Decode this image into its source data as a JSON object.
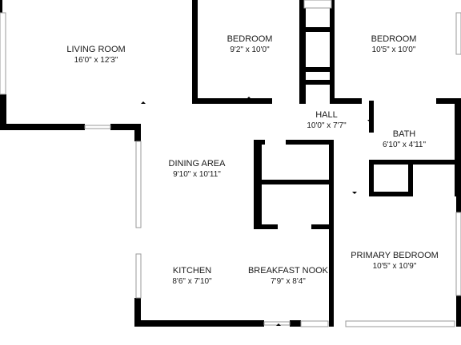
{
  "plan": {
    "rooms": [
      {
        "key": "living_room",
        "name": "LIVING ROOM",
        "dims": "16'0\" x 12'3\""
      },
      {
        "key": "bedroom_1",
        "name": "BEDROOM",
        "dims": "9'2\" x 10'0\""
      },
      {
        "key": "bedroom_2",
        "name": "BEDROOM",
        "dims": "10'5\" x 10'0\""
      },
      {
        "key": "hall",
        "name": "HALL",
        "dims": "10'0\" x 7'7\""
      },
      {
        "key": "bath",
        "name": "BATH",
        "dims": "6'10\" x 4'11\""
      },
      {
        "key": "dining_area",
        "name": "DINING AREA",
        "dims": "9'10\" x 10'11\""
      },
      {
        "key": "kitchen",
        "name": "KITCHEN",
        "dims": "8'6\" x 7'10\""
      },
      {
        "key": "breakfast_nook",
        "name": "BREAKFAST NOOK",
        "dims": "7'9\" x 8'4\""
      },
      {
        "key": "primary_bedroom",
        "name": "PRIMARY BEDROOM",
        "dims": "10'5\" x 10'9\""
      }
    ]
  },
  "colors": {
    "wall": "#000000",
    "window": "#9a9a9a",
    "text": "#1a1a1a",
    "background": "#ffffff"
  }
}
